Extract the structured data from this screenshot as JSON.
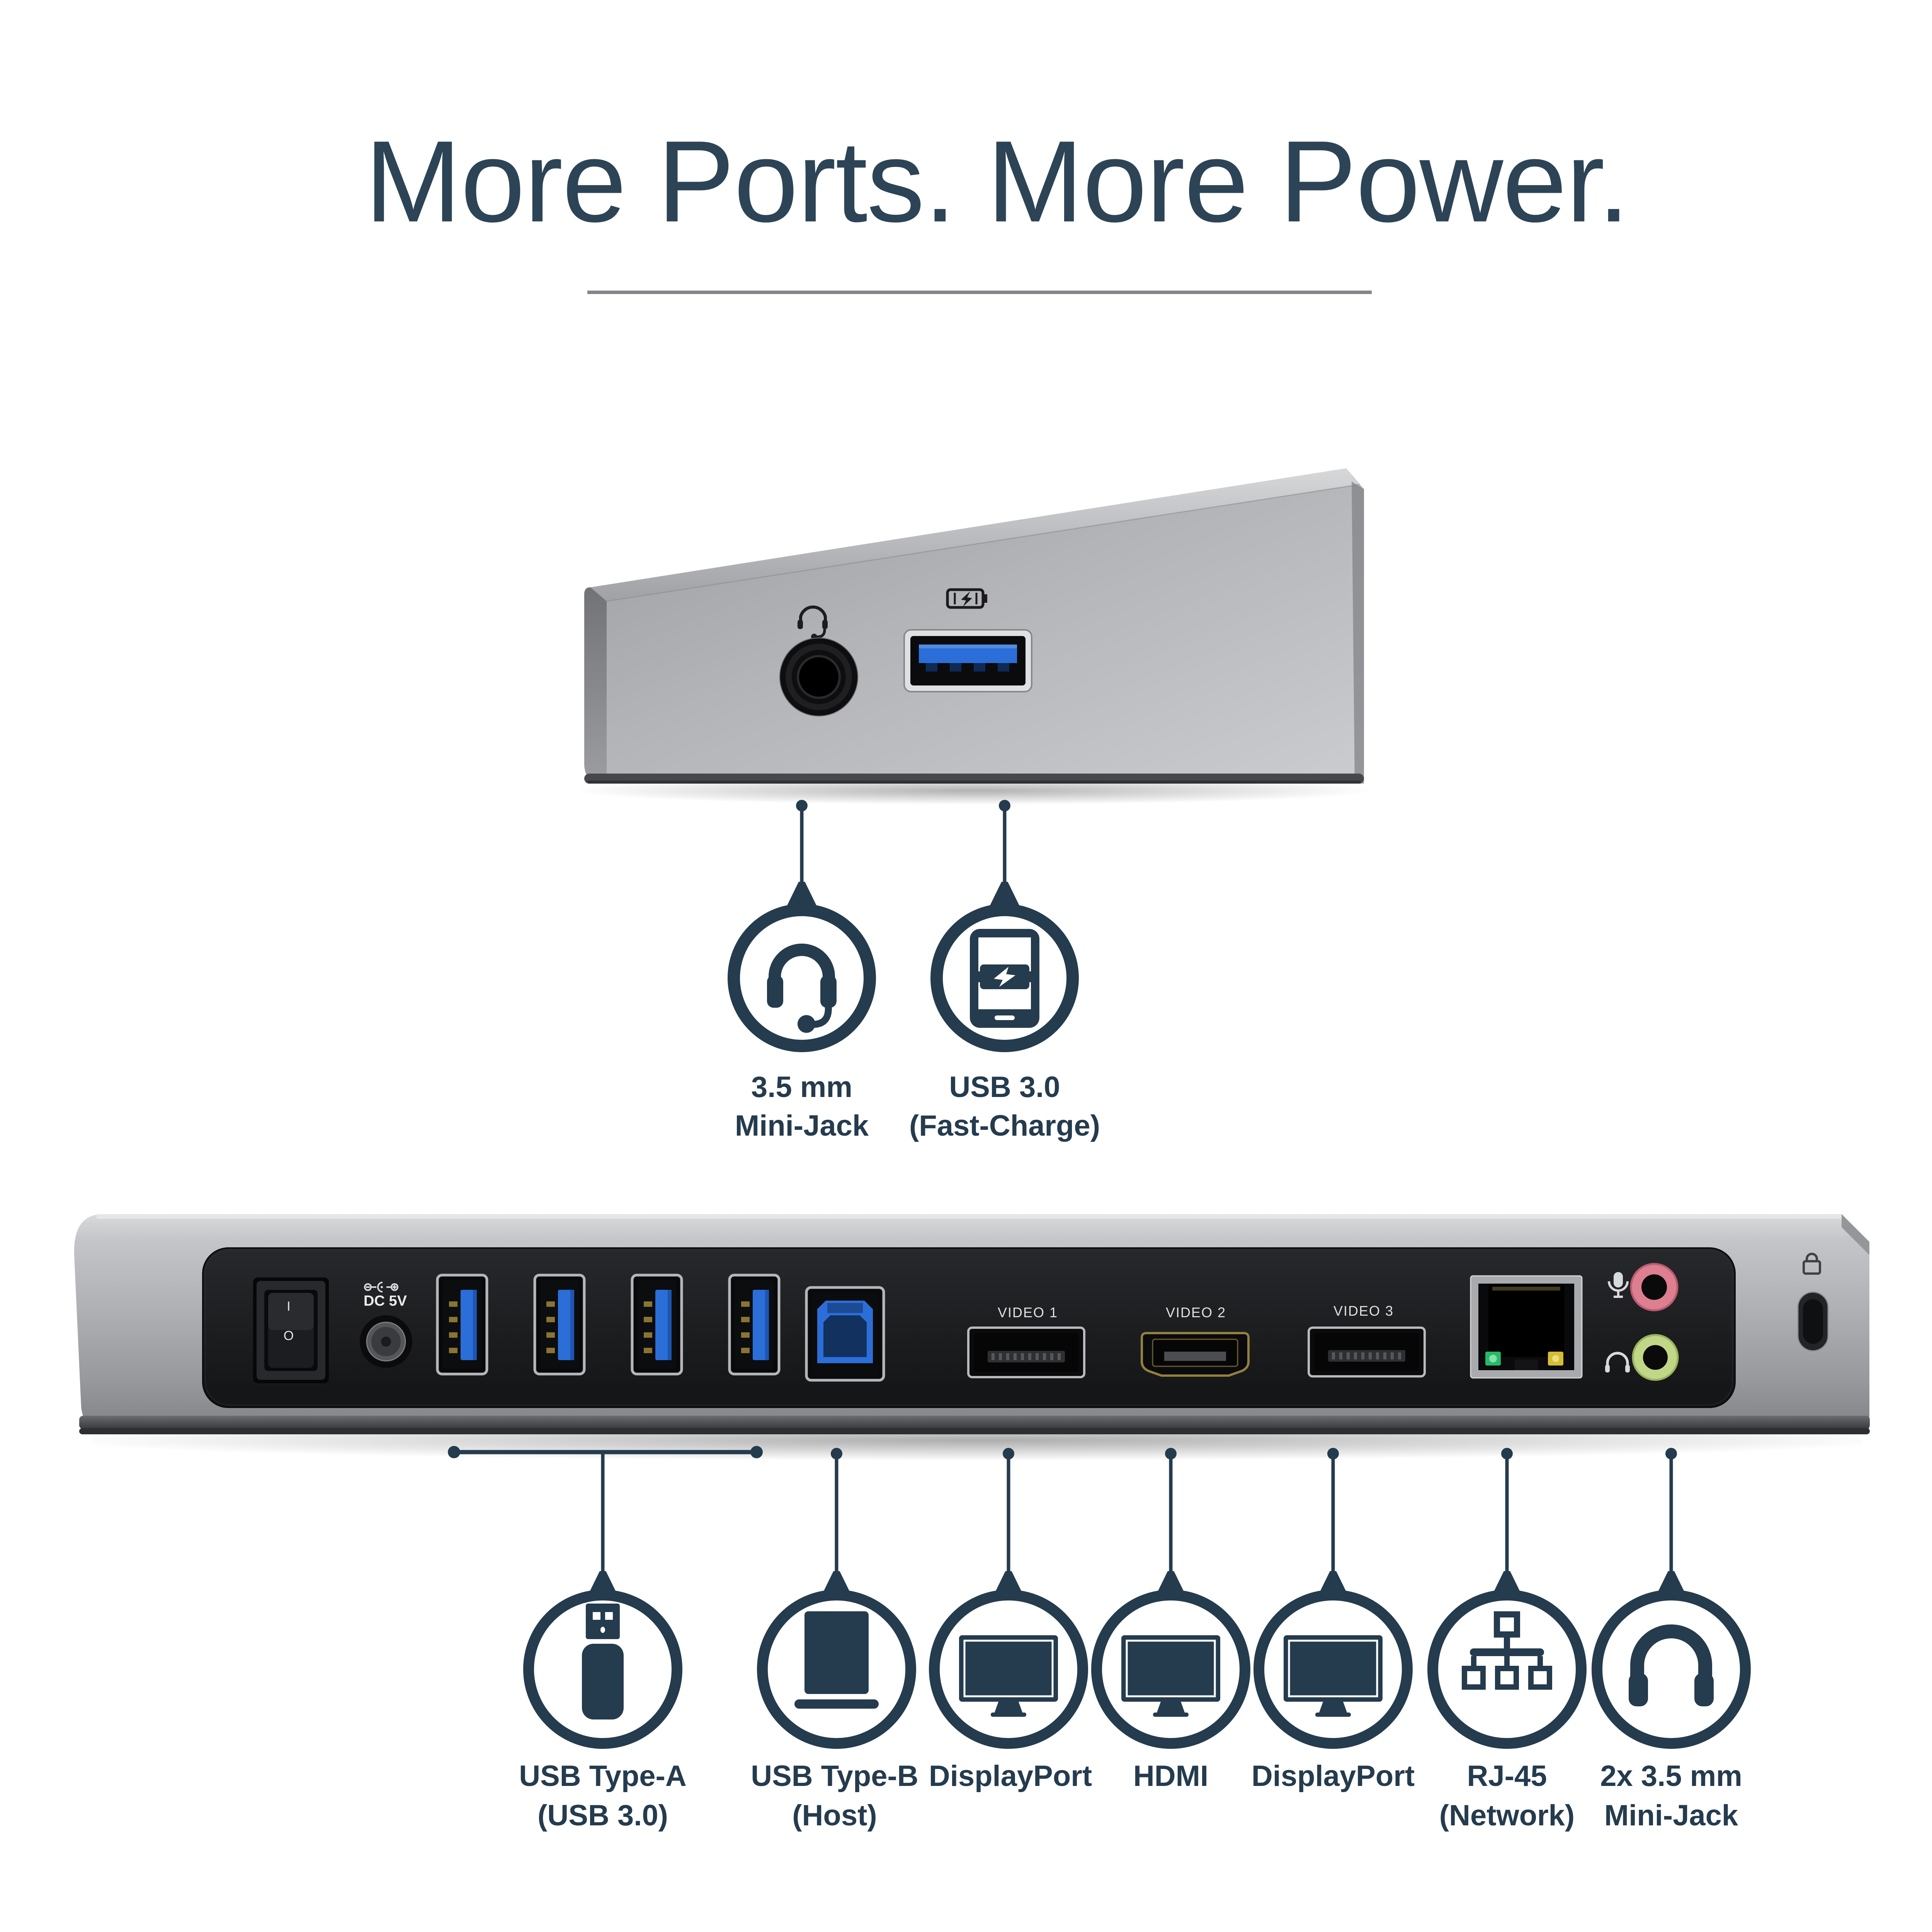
{
  "title": "More Ports. More Power.",
  "top_callouts": [
    {
      "icon": "headset-icon",
      "label_lines": [
        "3.5 mm",
        "Mini-Jack"
      ]
    },
    {
      "icon": "phone-fast-charge-icon",
      "label_lines": [
        "USB 3.0",
        "(Fast-Charge)"
      ]
    }
  ],
  "bottom_callouts": [
    {
      "icon": "usb-flash-drive-icon",
      "label_lines": [
        "USB Type-A",
        "(USB 3.0)"
      ]
    },
    {
      "icon": "laptop-icon",
      "label_lines": [
        "USB Type-B",
        "(Host)"
      ]
    },
    {
      "icon": "monitor-icon",
      "label_lines": [
        "DisplayPort"
      ]
    },
    {
      "icon": "monitor-icon",
      "label_lines": [
        "HDMI"
      ]
    },
    {
      "icon": "monitor-icon",
      "label_lines": [
        "DisplayPort"
      ]
    },
    {
      "icon": "network-icon",
      "label_lines": [
        "RJ-45",
        "(Network)"
      ]
    },
    {
      "icon": "headphones-icon",
      "label_lines": [
        "2x 3.5 mm",
        "Mini-Jack"
      ]
    }
  ],
  "rear_view": {
    "power_switch": {
      "on_label": "I",
      "off_label": "O"
    },
    "dc_power_label": "DC 5V",
    "video_port_labels": [
      "VIDEO 1",
      "VIDEO 2",
      "VIDEO 3"
    ]
  },
  "colors": {
    "accent_navy": "#253B4E",
    "title_text": "#2D4456",
    "divider_gray": "#85868A",
    "usb_blue": "#2C6ED8",
    "mic_jack_pink": "#DD7E91",
    "headphone_jack_green": "#C2D687",
    "led_green": "#27B868",
    "led_amber": "#D3BD35"
  }
}
